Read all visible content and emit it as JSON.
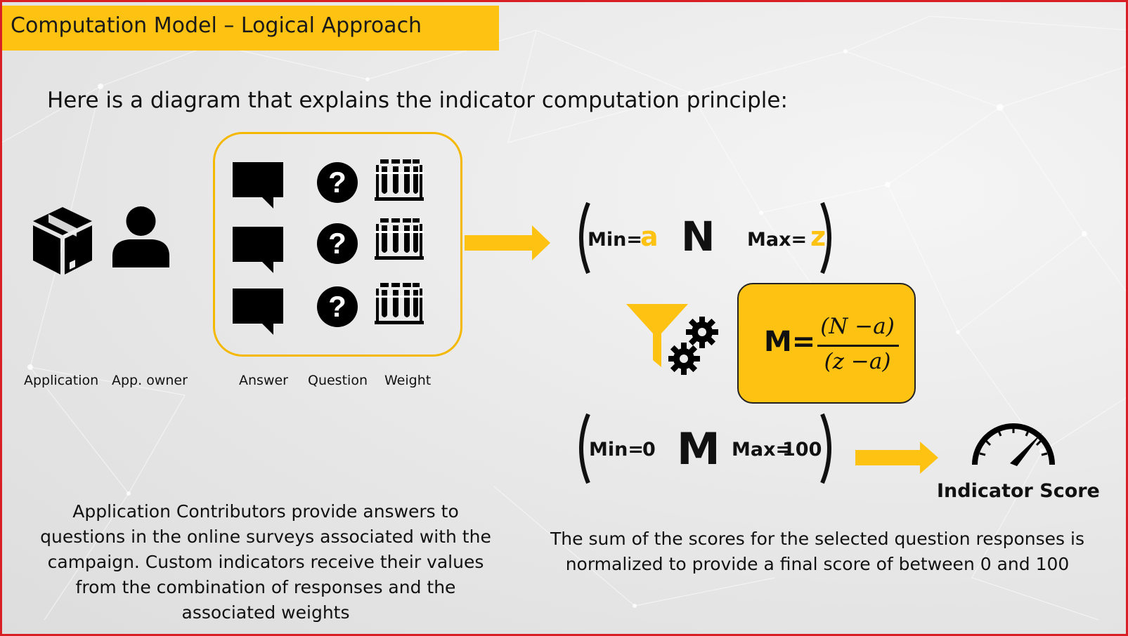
{
  "title": "Computation Model – Logical Approach",
  "intro": "Here is a diagram that explains the indicator computation principle:",
  "left_labels": {
    "application": "Application",
    "app_owner": "App. owner",
    "answer": "Answer",
    "question": "Question",
    "weight": "Weight"
  },
  "formula_input": {
    "min_label": "Min=",
    "min_value": "a",
    "variable": "N",
    "max_label": "Max=",
    "max_value": "z"
  },
  "formula_box": {
    "lhs": "M=",
    "numerator": "(N −a)",
    "denominator": "(z −a)"
  },
  "formula_output": {
    "min_label": "Min=",
    "min_value": "0",
    "variable": "M",
    "max_label": "Max=",
    "max_value": "100"
  },
  "score_label": "Indicator Score",
  "left_description": [
    "Application Contributors provide answers to",
    "questions in the online surveys associated with the",
    "campaign.  Custom indicators receive their values",
    "from the combination of responses and the",
    "associated weights"
  ],
  "right_description": [
    "The sum of the scores for the selected question responses is",
    "normalized to provide a final score of between 0 and 100"
  ],
  "colors": {
    "accent": "#fec312",
    "border": "#d81f26",
    "ink": "#111111"
  },
  "icons": [
    "box-icon",
    "person-icon",
    "speech-bubble-icon",
    "question-icon",
    "test-tubes-icon",
    "arrow-right-icon",
    "funnel-icon",
    "gears-icon",
    "gauge-icon"
  ]
}
